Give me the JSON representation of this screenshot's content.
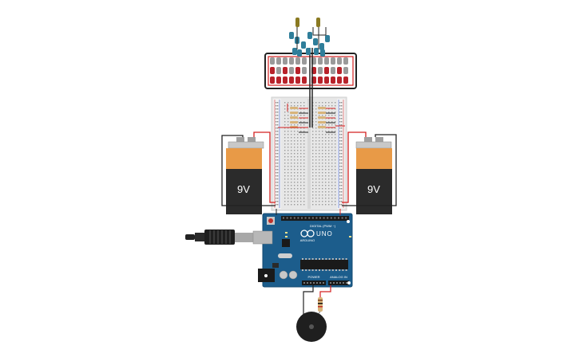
{
  "battery_left": {
    "label": "9V"
  },
  "battery_right": {
    "label": "9V"
  },
  "arduino": {
    "model_label": "UNO",
    "brand_label": "ARDUINO",
    "digital_label": "DIGITAL (PWM ~)",
    "power_label": "POWER",
    "analog_label": "ANALOG IN"
  },
  "colors": {
    "wire_red": "#d42020",
    "wire_black": "#222222",
    "arduino_blue": "#1c5d8c",
    "battery_orange": "#e89a47",
    "battery_black": "#2b2b2b",
    "led_red": "#b8222a",
    "led_gray": "#9a9a9a",
    "led_blue": "#2f7e9a",
    "breadboard": "#e7e7e7"
  }
}
